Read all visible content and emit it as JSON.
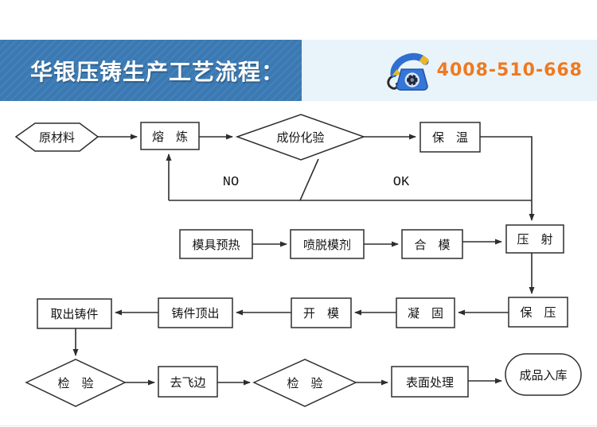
{
  "header": {
    "title": "华银压铸生产工艺流程：",
    "phone": "4008-510-668",
    "phone_icon": "telephone-icon",
    "colors": {
      "banner_blue": "#3a79b3",
      "panel_light": "#e9f3fa",
      "phone_orange": "#f0791e"
    }
  },
  "flowchart": {
    "line_color": "#2e2e2e",
    "labels": {
      "no": "NO",
      "ok": "OK"
    },
    "nodes": {
      "raw_material": {
        "label": "原材料",
        "shape": "hexagon"
      },
      "melting": {
        "label": "熔　炼",
        "shape": "rect"
      },
      "composition_test": {
        "label": "成份化验",
        "shape": "diamond"
      },
      "holding": {
        "label": "保　温",
        "shape": "rect"
      },
      "mold_preheat": {
        "label": "模具预热",
        "shape": "rect"
      },
      "spray_release_agent": {
        "label": "喷脱模剂",
        "shape": "rect"
      },
      "mold_close": {
        "label": "合　模",
        "shape": "rect"
      },
      "injection": {
        "label": "压　射",
        "shape": "rect"
      },
      "pressure_hold": {
        "label": "保　压",
        "shape": "rect"
      },
      "solidify": {
        "label": "凝　固",
        "shape": "rect"
      },
      "mold_open": {
        "label": "开　模",
        "shape": "rect"
      },
      "casting_eject": {
        "label": "铸件顶出",
        "shape": "rect"
      },
      "take_out_casting": {
        "label": "取出铸件",
        "shape": "rect"
      },
      "inspection_1": {
        "label": "检　验",
        "shape": "diamond"
      },
      "deburring": {
        "label": "去飞边",
        "shape": "rect"
      },
      "inspection_2": {
        "label": "检　验",
        "shape": "diamond"
      },
      "surface_treatment": {
        "label": "表面处理",
        "shape": "rect"
      },
      "finished_storage": {
        "label": "成品入库",
        "shape": "stadium"
      }
    }
  }
}
